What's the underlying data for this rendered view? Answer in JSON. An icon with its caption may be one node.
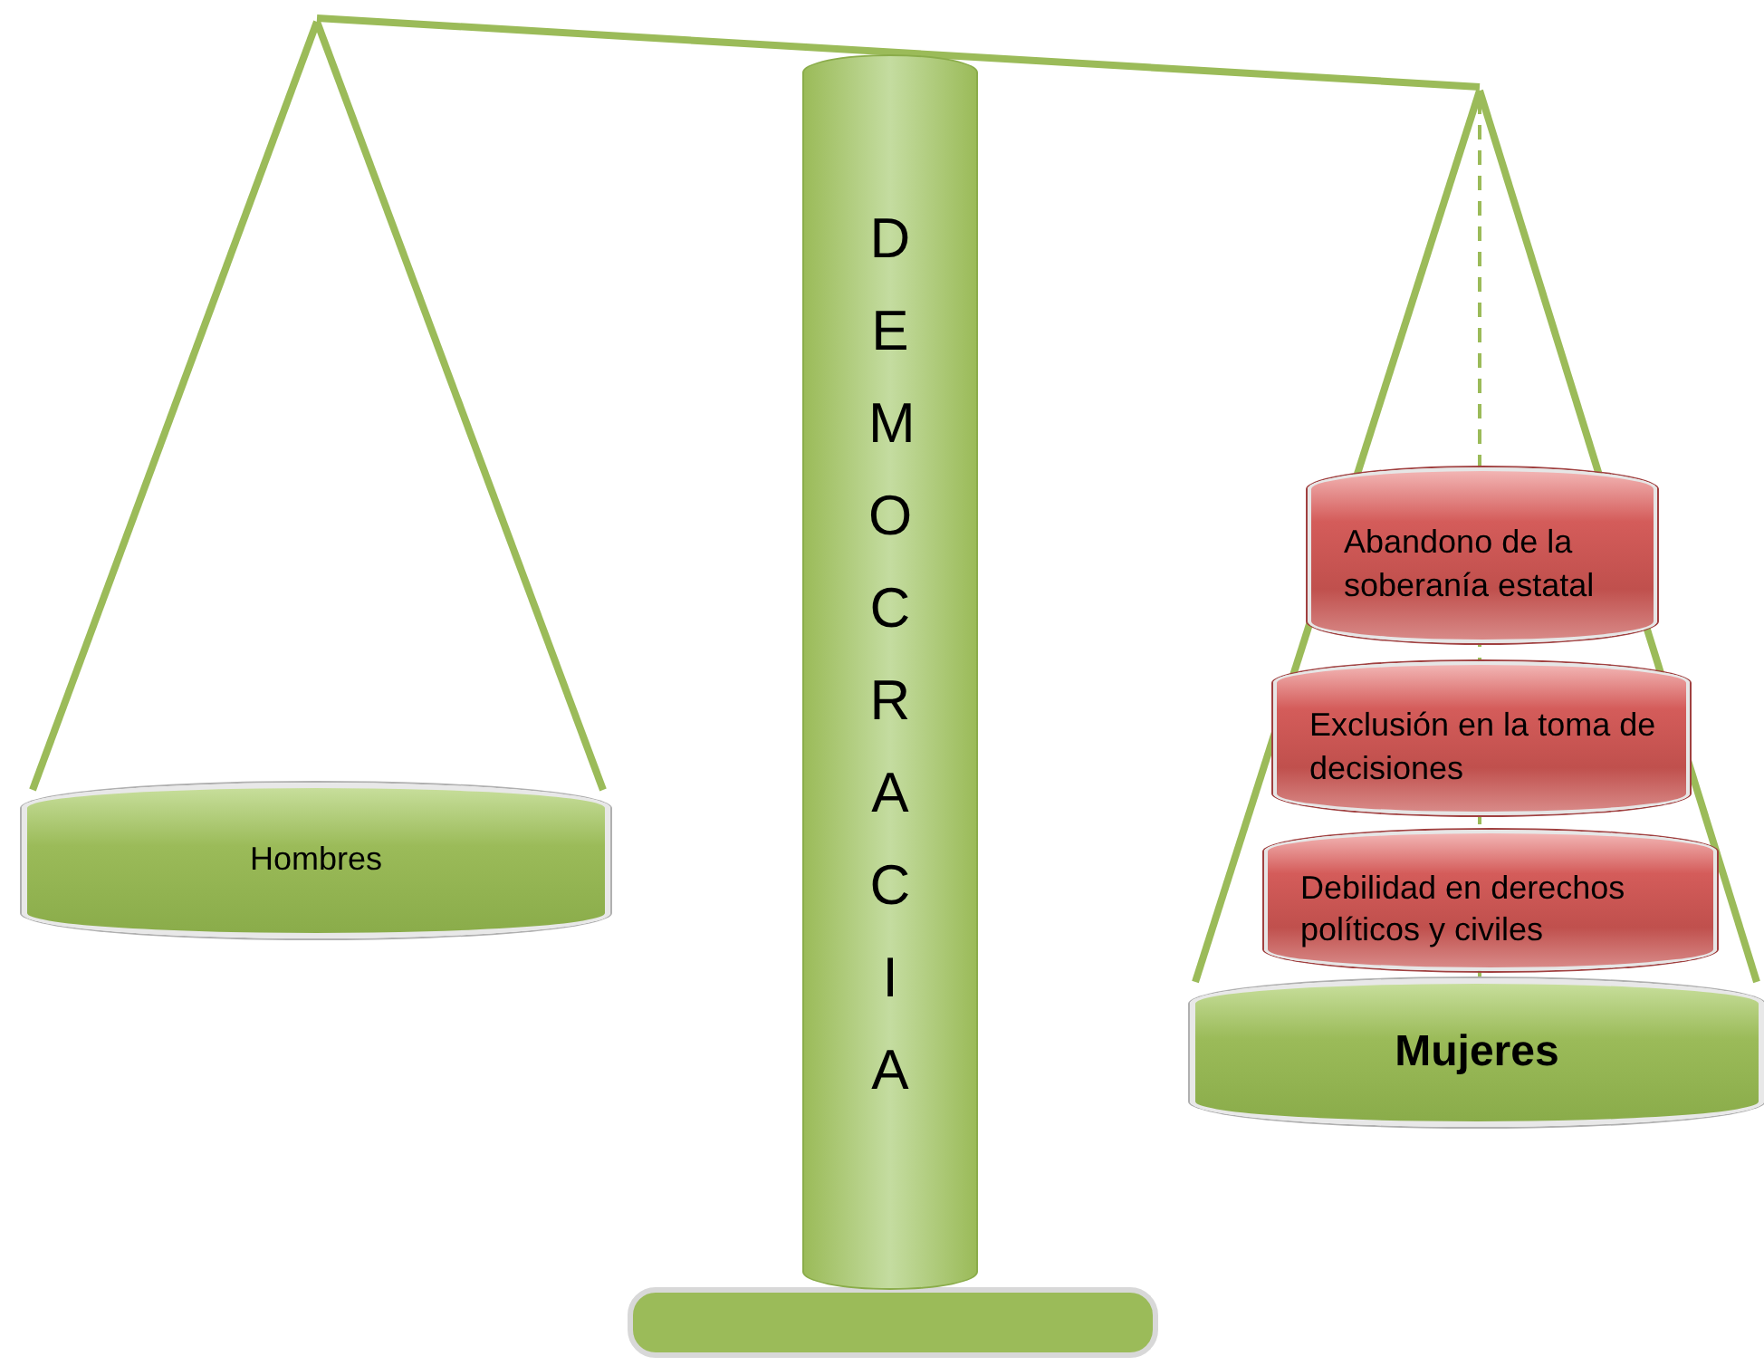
{
  "diagram": {
    "nodes": [
      {
        "text": [
          "Hombres"
        ]
      },
      {
        "text": [
          "DEMOCRACIA"
        ]
      },
      {
        "text": [
          "Abandono de la soberanía estatal"
        ]
      },
      {
        "text": [
          "Exclusión en la toma de decisiones"
        ]
      },
      {
        "text": [
          "Debilidad en derechos políticos y civiles"
        ]
      },
      {
        "text": [
          "Mujeres"
        ]
      }
    ],
    "edges": []
  }
}
